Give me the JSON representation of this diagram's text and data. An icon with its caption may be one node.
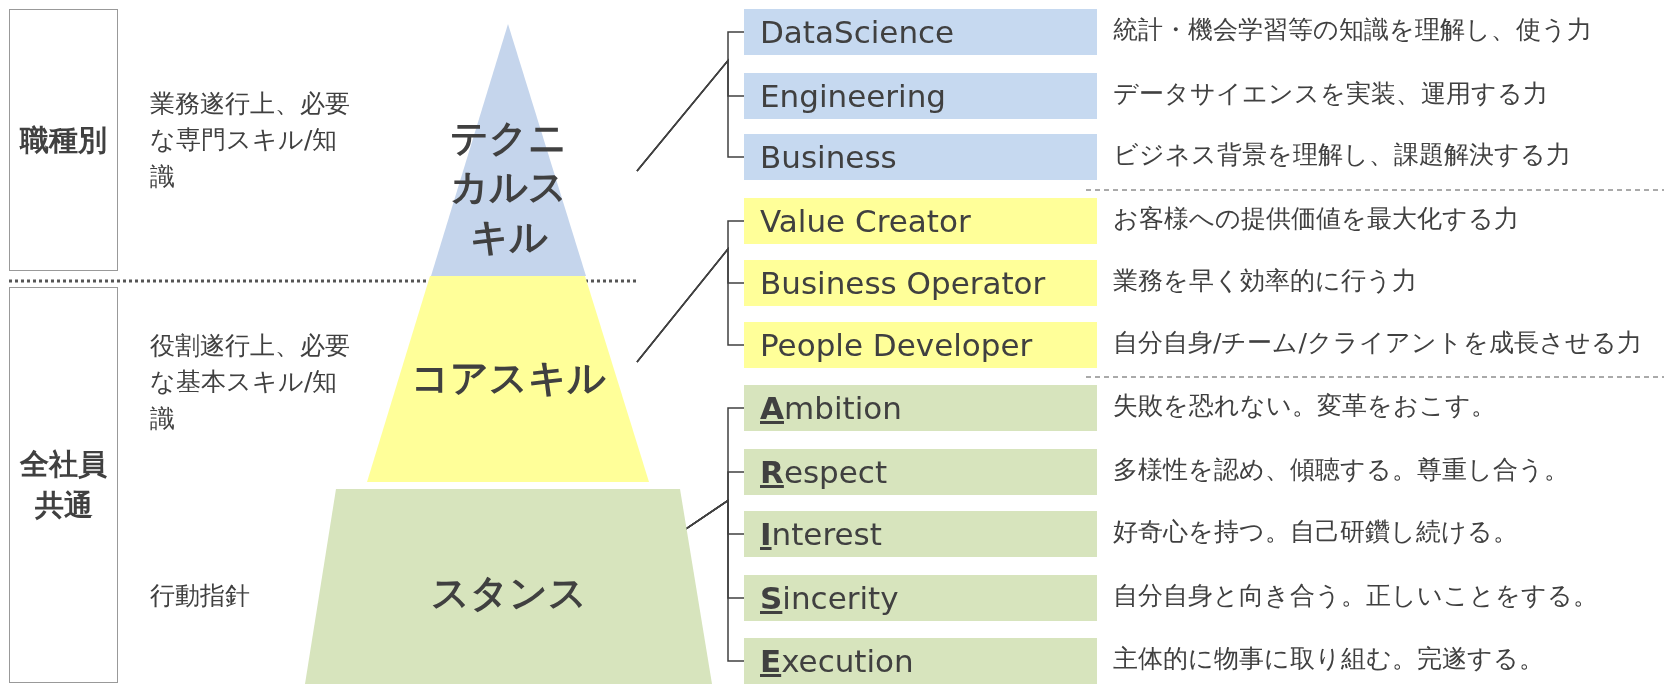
{
  "diagram": {
    "nodes": [
      {
        "text": [
          "職種別"
        ]
      },
      {
        "text": [
          "全社員共通"
        ]
      },
      {
        "text": [
          "テクニカルスキル"
        ]
      },
      {
        "text": [
          "コアスキル"
        ]
      },
      {
        "text": [
          "スタンス"
        ]
      },
      {
        "text": [
          "DataScience"
        ],
        "beside": [
          "統計・機会学習等の知識を理解し、使う力"
        ]
      },
      {
        "text": [
          "Engineering"
        ],
        "beside": [
          "データサイエンスを実装、運用する力"
        ]
      },
      {
        "text": [
          "Business"
        ],
        "beside": [
          "ビジネス背景を理解し、課題解決する力"
        ]
      },
      {
        "text": [
          "Value Creator"
        ],
        "beside": [
          "お客様への提供価値を最大化する力"
        ]
      },
      {
        "text": [
          "Business Operator"
        ],
        "beside": [
          "業務を早く効率的に行う力"
        ]
      },
      {
        "text": [
          "People Developer"
        ],
        "beside": [
          "自分自身/チーム/クライアントを成長させる力"
        ]
      },
      {
        "text": [
          "**A**mbition"
        ],
        "beside": [
          "失敗を恐れない。変革をおこす。"
        ]
      },
      {
        "text": [
          "**R**espect"
        ],
        "beside": [
          "多様性を認め、傾聴する。尊重し合う。"
        ]
      },
      {
        "text": [
          "**I**nterest"
        ],
        "beside": [
          "好奇心を持つ。自己研鑽し続ける。"
        ]
      },
      {
        "text": [
          "**S**incerity"
        ],
        "beside": [
          "自分自身と向き合う。正しいことをする。"
        ]
      },
      {
        "text": [
          "**E**xecution"
        ],
        "beside": [
          "主体的に物事に取り組む。完遂する。"
        ]
      }
    ],
    "edges": [
      {
        "from": 2,
        "to": 5,
        "arrow": "none"
      },
      {
        "from": 2,
        "to": 6,
        "arrow": "none"
      },
      {
        "from": 2,
        "to": 7,
        "arrow": "none"
      },
      {
        "from": 3,
        "to": 8,
        "arrow": "none"
      },
      {
        "from": 3,
        "to": 9,
        "arrow": "none"
      },
      {
        "from": 3,
        "to": 10,
        "arrow": "none"
      },
      {
        "from": 4,
        "to": 11,
        "arrow": "none"
      },
      {
        "from": 4,
        "to": 12,
        "arrow": "none"
      },
      {
        "from": 4,
        "to": 13,
        "arrow": "none"
      },
      {
        "from": 4,
        "to": 14,
        "arrow": "none"
      },
      {
        "from": 4,
        "to": 15,
        "arrow": "none"
      }
    ],
    "labels": [
      "業務遂行上、必要な専門スキル/知識",
      "役割遂行上、必要な基本スキル/知識",
      "行動指針"
    ]
  }
}
